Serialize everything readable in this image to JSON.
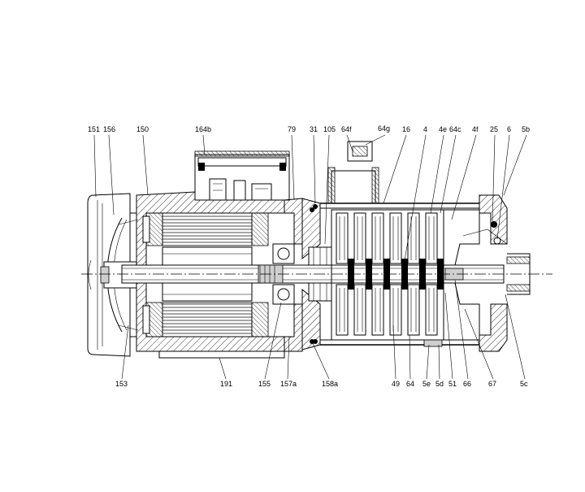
{
  "callouts_top": [
    "151",
    "156",
    "150",
    "164b",
    "79",
    "31",
    "105",
    "64f",
    "64g",
    "16",
    "4",
    "4e",
    "64c",
    "4f",
    "25",
    "6",
    "5b"
  ],
  "callouts_bottom": [
    "153",
    "191",
    "155",
    "157a",
    "158a",
    "49",
    "64",
    "5e",
    "5d",
    "51",
    "66",
    "67",
    "5c"
  ]
}
